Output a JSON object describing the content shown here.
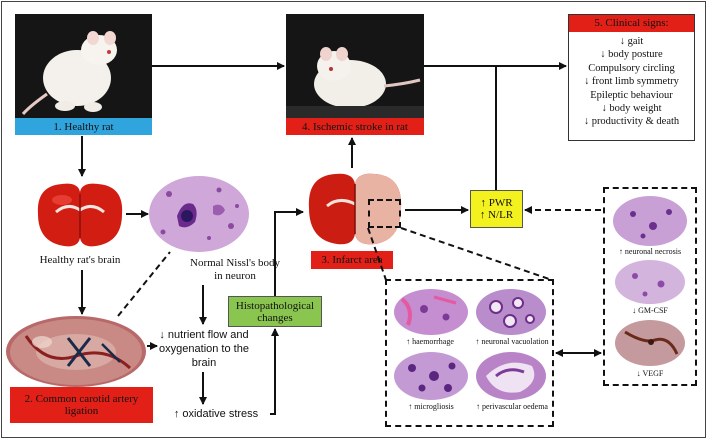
{
  "nodes": {
    "healthy_rat": "1. Healthy rat",
    "ischemic_rat": "4. Ischemic stroke in rat",
    "clinical_title": "5. Clinical signs:",
    "ligation": "2. Common carotid artery ligation",
    "infarct": "3. Infarct area",
    "histo": "Histopathological changes",
    "pwr": "↑ PWR",
    "nlr": "↑ N/LR"
  },
  "clinical_signs": [
    "↓ gait",
    "↓ body posture",
    "Compulsory circling",
    "↓ front limb symmetry",
    "Epileptic behaviour",
    "↓ body weight",
    "↓ productivity & death"
  ],
  "captions": {
    "healthy_brain": "Healthy rat's brain",
    "nissl": "Normal Nissl's body in neuron",
    "nutrient": "↓ nutrient flow and oxygenation to the brain",
    "oxidative": "↑ oxidative stress"
  },
  "histo_panel": {
    "haemorrhage": "↑ haemorrhage",
    "vacuolation": "↑ neuronal vacuolation",
    "microgliosis": "↑ microgliosis",
    "oedema": "↑ perivascular oedema"
  },
  "markers": {
    "necrosis": "↑ neuronal necrosis",
    "gmcsf": "↓ GM-CSF",
    "vegf": "↓ VEGF"
  },
  "colors": {
    "blue_label": "#2fa4dd",
    "red_label": "#e22018",
    "green_label": "#89c54f",
    "yellow_label": "#f4f21e",
    "brain_red": "#c81a12",
    "stain_purple": "#b86bc0"
  }
}
